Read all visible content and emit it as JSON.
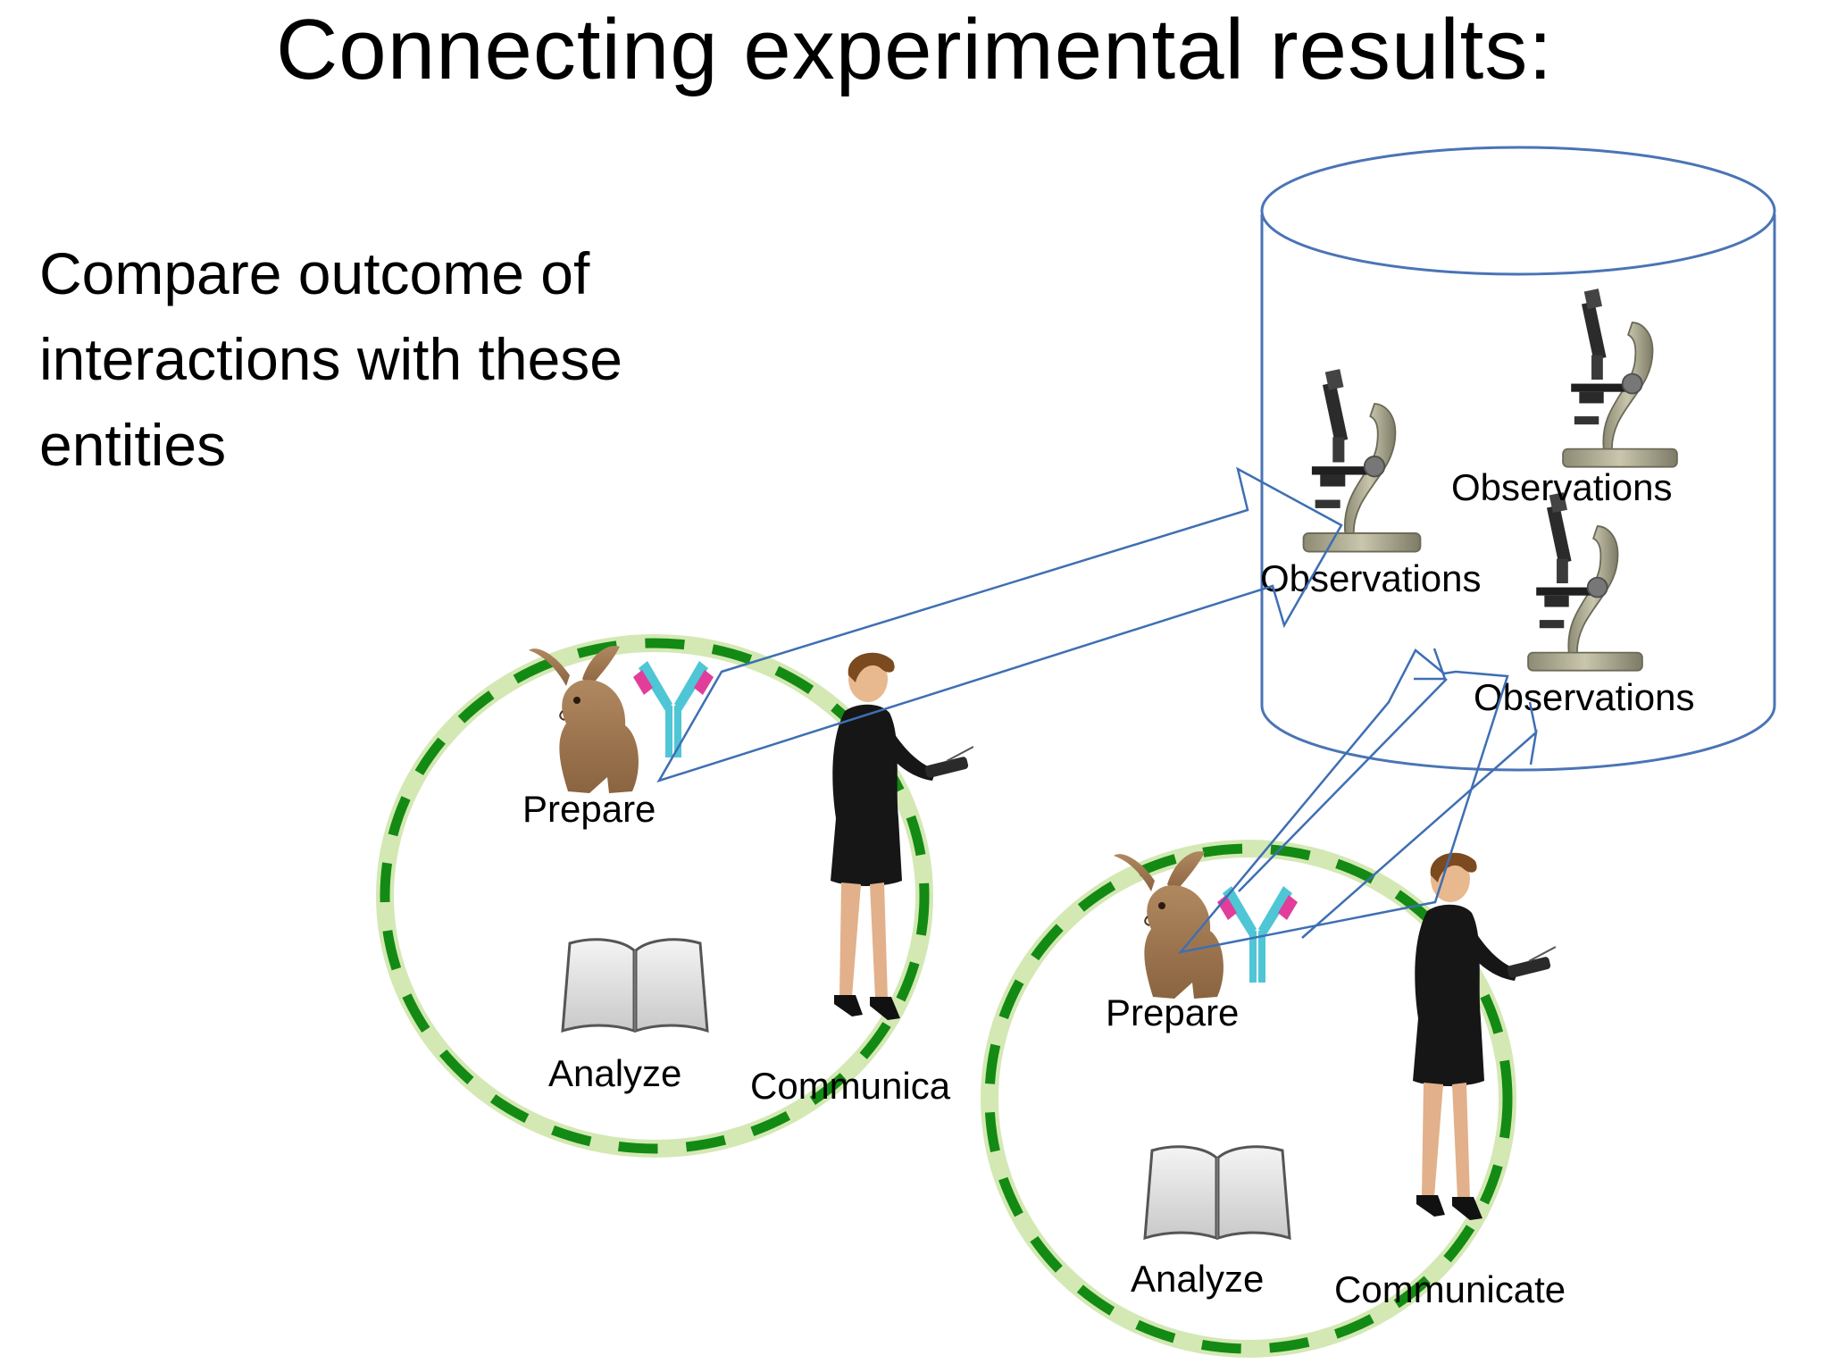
{
  "slide": {
    "title": "Connecting experimental results:",
    "body_lines": [
      "Compare outcome of",
      "interactions with these",
      "entities"
    ]
  },
  "repository": {
    "observation_labels": [
      "Observations",
      "Observations",
      "Observations"
    ]
  },
  "experiment_1": {
    "prepare_label": "Prepare",
    "analyze_label": "Analyze",
    "communicate_label": "Communica"
  },
  "experiment_2": {
    "prepare_label": "Prepare",
    "analyze_label": "Analyze",
    "communicate_label": "Communicate"
  },
  "colors": {
    "cylinder_stroke": "#4a74b5",
    "arrow_stroke": "#3e6fb3",
    "dash_green": "#138a13",
    "glow_green": "#b8d982",
    "antibody_pink": "#e23d9a",
    "antibody_cyan": "#4fc6d6"
  }
}
